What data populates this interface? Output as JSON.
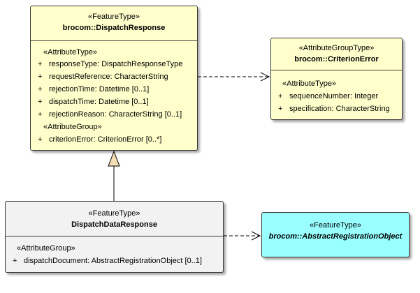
{
  "dispatch_response": {
    "stereotype": "«FeatureType»",
    "name": "brocom::DispatchResponse",
    "attr_type_label": "«AttributeType»",
    "attributes": [
      {
        "vis": "+",
        "text": "responseType: DispatchResponseType"
      },
      {
        "vis": "+",
        "text": "requestReference: CharacterString"
      },
      {
        "vis": "+",
        "text": "rejectionTime: Datetime [0..1]"
      },
      {
        "vis": "+",
        "text": "dispatchTime: Datetime [0..1]"
      },
      {
        "vis": "+",
        "text": "rejectionReason: CharacterString [0..1]"
      }
    ],
    "attr_group_label": "«AttributeGroup»",
    "groups": [
      {
        "vis": "+",
        "text": "criterionError: CriterionError [0..*]"
      }
    ]
  },
  "criterion_error": {
    "stereotype": "«AttributeGroupType»",
    "name": "brocom::CriterionError",
    "attr_type_label": "«AttributeType»",
    "attributes": [
      {
        "vis": "+",
        "text": "sequenceNumber: Integer"
      },
      {
        "vis": "+",
        "text": "specification: CharacterString"
      }
    ]
  },
  "dispatch_data_response": {
    "stereotype": "«FeatureType»",
    "name": "DispatchDataResponse",
    "attr_group_label": "«AttributeGroup»",
    "groups": [
      {
        "vis": "+",
        "text": "dispatchDocument: AbstractRegistrationObject [0..1]"
      }
    ]
  },
  "abstract_registration": {
    "stereotype": "«FeatureType»",
    "name": "brocom::AbstractRegistrationObject"
  },
  "colors": {
    "feature_fill": "#ffffcc",
    "subclass_fill": "#f2f2f2",
    "external_fill": "#99ffff",
    "generalization_arrow_fill": "#f5deb3"
  }
}
